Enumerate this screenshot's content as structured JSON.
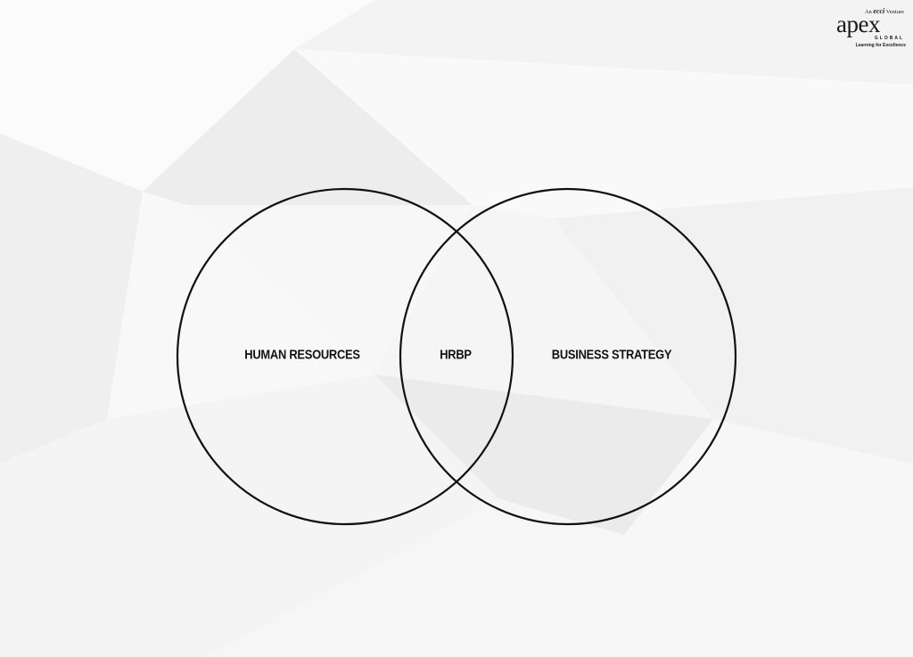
{
  "diagram": {
    "type": "venn",
    "sets": [
      {
        "id": "hr",
        "label": "HUMAN RESOURCES"
      },
      {
        "id": "bs",
        "label": "BUSINESS STRATEGY"
      }
    ],
    "intersection": {
      "label": "HRBP"
    }
  },
  "logo": {
    "prefix": "An",
    "mid": "ecci",
    "suffix": "Venture",
    "wordmark": "apex",
    "subline": "GLOBAL",
    "tagline": "Learning for Excellence"
  },
  "colors": {
    "background": "#f7f7f7",
    "stroke": "#111111",
    "text": "#111111"
  }
}
